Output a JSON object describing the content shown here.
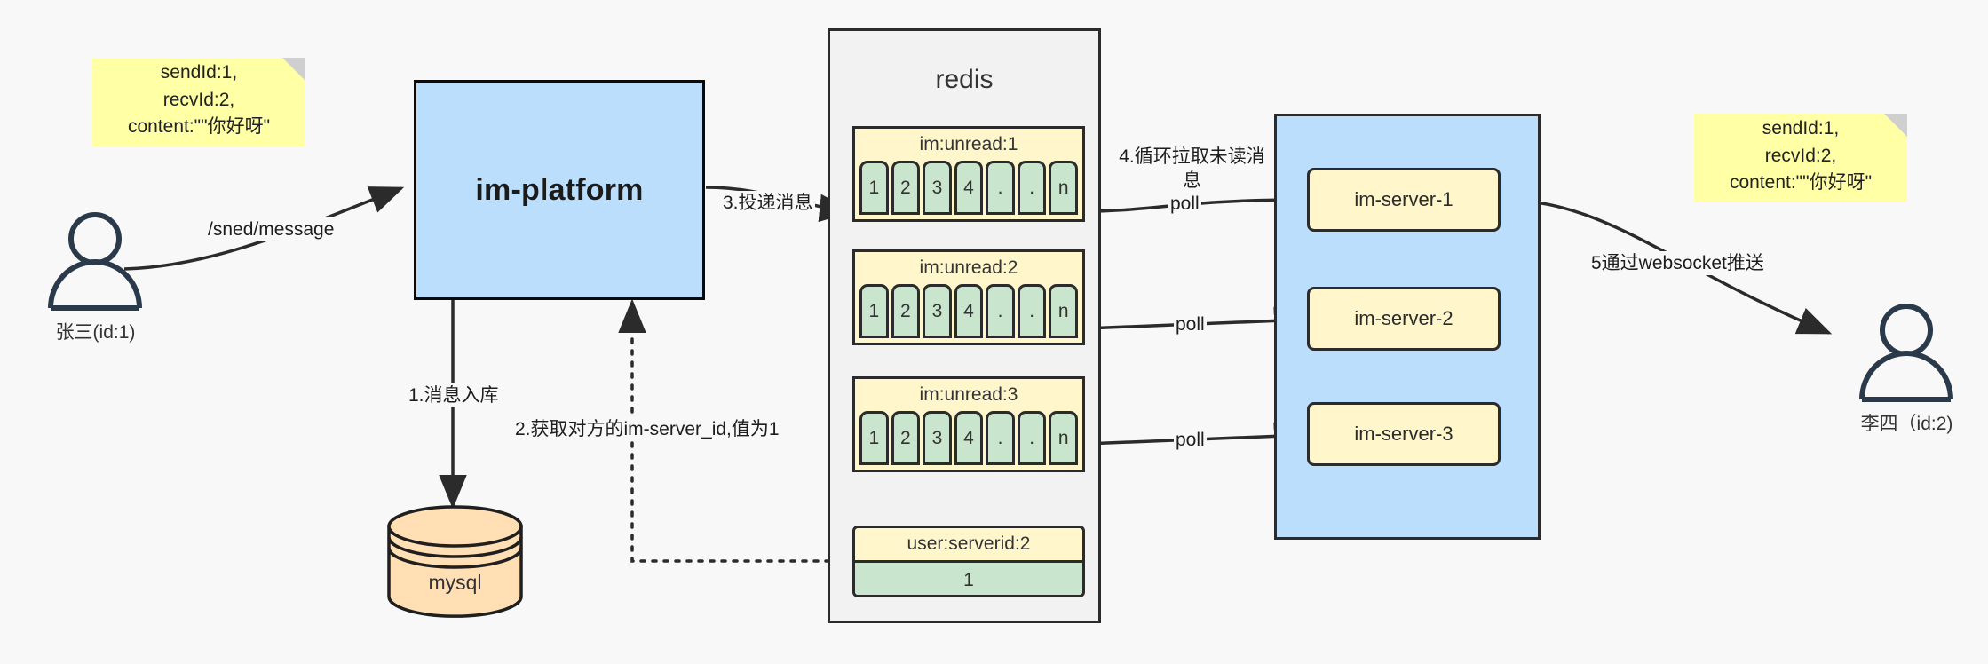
{
  "diagram": {
    "title": "IM message delivery architecture",
    "background_color": "#f8f8f8"
  },
  "notes": {
    "left": {
      "name": "message-payload-note-left",
      "text": "sendId:1,\nrecvId:2,\ncontent:\"\"你好呀\"",
      "color": "#ffffa6"
    },
    "right": {
      "name": "message-payload-note-right",
      "text": "sendId:1,\nrecvId:2,\ncontent:\"\"你好呀\"",
      "color": "#ffffa6"
    }
  },
  "actors": {
    "sender": {
      "label": "张三(id:1)"
    },
    "receiver": {
      "label": "李四（id:2)"
    }
  },
  "platform": {
    "label": "im-platform",
    "color": "#badefb"
  },
  "database": {
    "label": "mysql",
    "color": "#ffdfb3"
  },
  "redis": {
    "title": "redis",
    "color": "#f2f2f2",
    "lists": [
      {
        "key": "im:unread:1",
        "cells": [
          "1",
          "2",
          "3",
          "4",
          ".",
          ".",
          "n"
        ]
      },
      {
        "key": "im:unread:2",
        "cells": [
          "1",
          "2",
          "3",
          "4",
          ".",
          ".",
          "n"
        ]
      },
      {
        "key": "im:unread:3",
        "cells": [
          "1",
          "2",
          "3",
          "4",
          ".",
          ".",
          "n"
        ]
      }
    ],
    "keyvalue": {
      "key": "user:serverid:2",
      "value": "1"
    }
  },
  "cluster": {
    "color": "#badefb",
    "servers": [
      {
        "label": "im-server-1"
      },
      {
        "label": "im-server-2"
      },
      {
        "label": "im-server-3"
      }
    ]
  },
  "edges": {
    "send_message": "/sned/message",
    "step1": "1.消息入库",
    "step2": "2.获取对方的im-server_id,值为1",
    "step3": "3.投递消息",
    "step4": "4.循环拉取未读消息",
    "step5": "5通过websocket推送",
    "poll1": "poll",
    "poll2": "poll",
    "poll3": "poll"
  }
}
